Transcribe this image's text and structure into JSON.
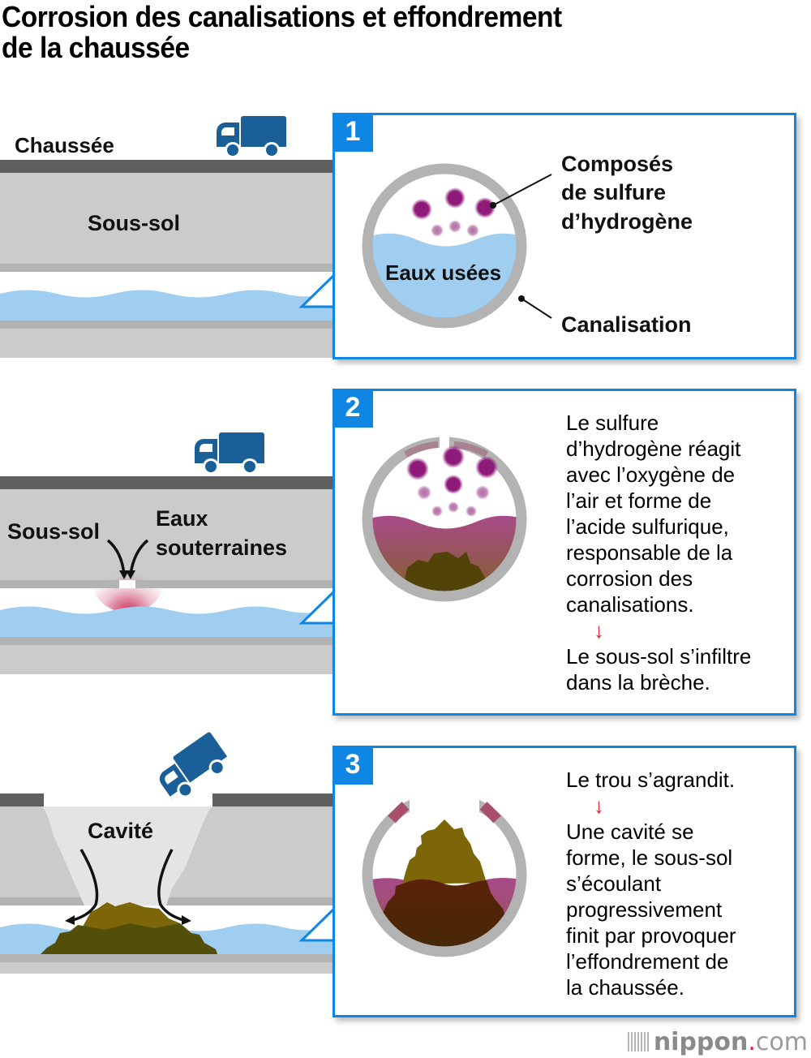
{
  "title": {
    "line1": "Corrosion des canalisations et effondrement",
    "line2": "de la chaussée"
  },
  "colors": {
    "accent_blue": "#0f86e3",
    "truck_blue": "#1b5f98",
    "road_dark": "#606060",
    "soil_gray": "#cbcbcb",
    "pipe_gray": "#b3b3b3",
    "water_blue": "#9fcef0",
    "h2s_purple": "#8e1a7a",
    "acid_magenta": "#a84a8a",
    "sediment_olive": "#7d6608",
    "sediment_dark": "#4e3a0a",
    "arrow_red": "#e8202a"
  },
  "scene1": {
    "road_label": "Chaussée",
    "subsoil_label": "Sous-sol",
    "truck_icon": "truck-icon"
  },
  "scene2": {
    "subsoil_label": "Sous-sol",
    "groundwater_label_line1": "Eaux",
    "groundwater_label_line2": "souterraines",
    "truck_icon": "truck-icon"
  },
  "scene3": {
    "cavity_label": "Cavité",
    "truck_icon": "truck-tilted-icon"
  },
  "panels": [
    {
      "number": "1",
      "labels": {
        "compounds_line1": "Composés",
        "compounds_line2": "de sulfure",
        "compounds_line3": "d’hydrogène",
        "wastewater": "Eaux usées",
        "pipe": "Canalisation"
      }
    },
    {
      "number": "2",
      "text_lines": [
        "Le sulfure",
        "d’hydrogène réagit",
        "avec l’oxygène de",
        "l’air et forme de",
        "l’acide sulfurique,",
        "responsable de la",
        "corrosion des",
        "canalisations."
      ],
      "arrow": "↓",
      "result_lines": [
        "Le sous-sol s’infiltre",
        "dans la brèche."
      ]
    },
    {
      "number": "3",
      "text_lines": [
        "Le trou s’agrandit."
      ],
      "arrow": "↓",
      "result_lines": [
        "Une cavité se",
        "forme, le sous-sol",
        "s’écoulant",
        "progressivement",
        "finit par provoquer",
        "l’effondrement de",
        "la chaussée."
      ]
    }
  ],
  "footer": {
    "brand": "nippon",
    "dot": ".",
    "tld": "com"
  }
}
